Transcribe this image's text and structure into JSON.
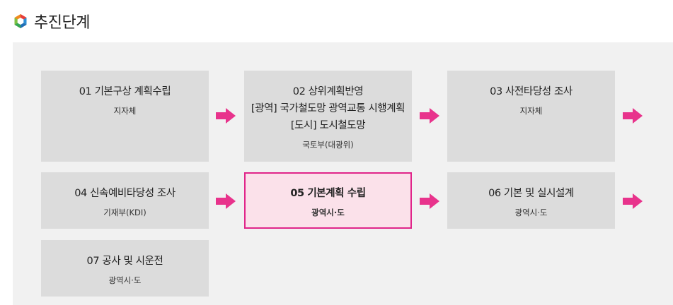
{
  "header": {
    "title": "추진단계",
    "icon": "hexagon-logo-icon"
  },
  "steps": [
    {
      "name": "01 기본구상 계획수립",
      "owner": "지자체"
    },
    {
      "name": "02 상위계획반영\n[광역] 국가철도망 광역교통 시행계획 [도시] 도시철도망",
      "owner": "국토부(대광위)"
    },
    {
      "name": "03 사전타당성 조사",
      "owner": "지자체"
    },
    {
      "name": "04 신속예비타당성 조사",
      "owner": "기재부(KDI)"
    },
    {
      "name": "05 기본계획 수립",
      "owner": "광역시·도",
      "active": true
    },
    {
      "name": "06 기본 및 실시설계",
      "owner": "광역시·도"
    },
    {
      "name": "07 공사 및 시운전",
      "owner": "광역시·도"
    }
  ],
  "colors": {
    "accent": "#e0258a",
    "arrow": "#e8338c",
    "box": "#dcdcdc",
    "panel": "#f1f1f1",
    "active_bg": "#fbe1ea"
  }
}
